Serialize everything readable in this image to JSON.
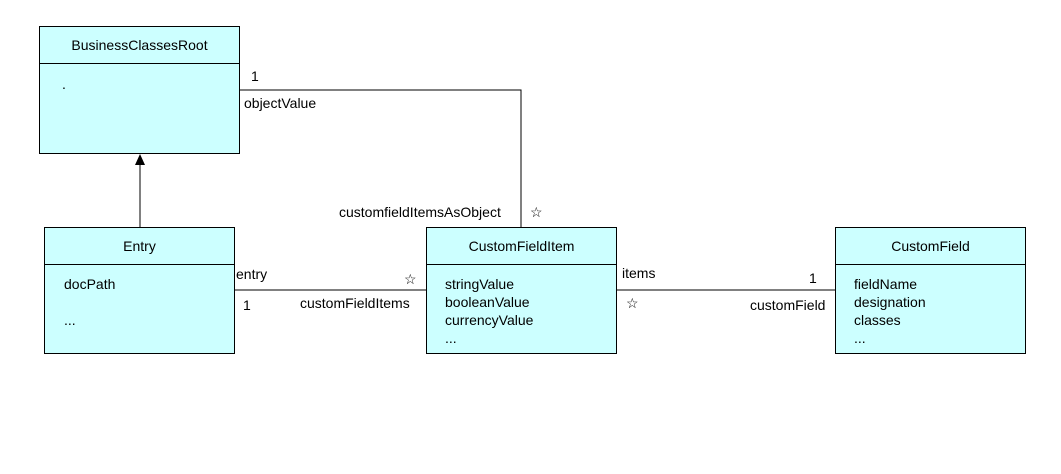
{
  "classes": {
    "business_classes_root": {
      "name": "BusinessClassesRoot",
      "attributes": [
        "."
      ]
    },
    "entry": {
      "name": "Entry",
      "attributes": [
        "docPath",
        "",
        "..."
      ]
    },
    "custom_field_item": {
      "name": "CustomFieldItem",
      "attributes": [
        "stringValue",
        "booleanValue",
        "currencyValue",
        "..."
      ]
    },
    "custom_field": {
      "name": "CustomField",
      "attributes": [
        "fieldName",
        "designation",
        "classes",
        "..."
      ]
    }
  },
  "associations": {
    "root_to_item": {
      "role_near_root": "objectValue",
      "mult_near_root": "1",
      "role_near_item": "customfieldItemsAsObject",
      "mult_near_item": "☆"
    },
    "entry_to_item": {
      "role_near_entry": "entry",
      "mult_near_entry": "1",
      "role_near_item": "customFieldItems",
      "mult_near_item": "☆"
    },
    "item_to_field": {
      "role_near_item": "items",
      "mult_near_item": "☆",
      "role_near_field": "customField",
      "mult_near_field": "1"
    }
  },
  "colors": {
    "class_fill": "#ccffff",
    "line": "#000000",
    "background": "#ffffff"
  }
}
